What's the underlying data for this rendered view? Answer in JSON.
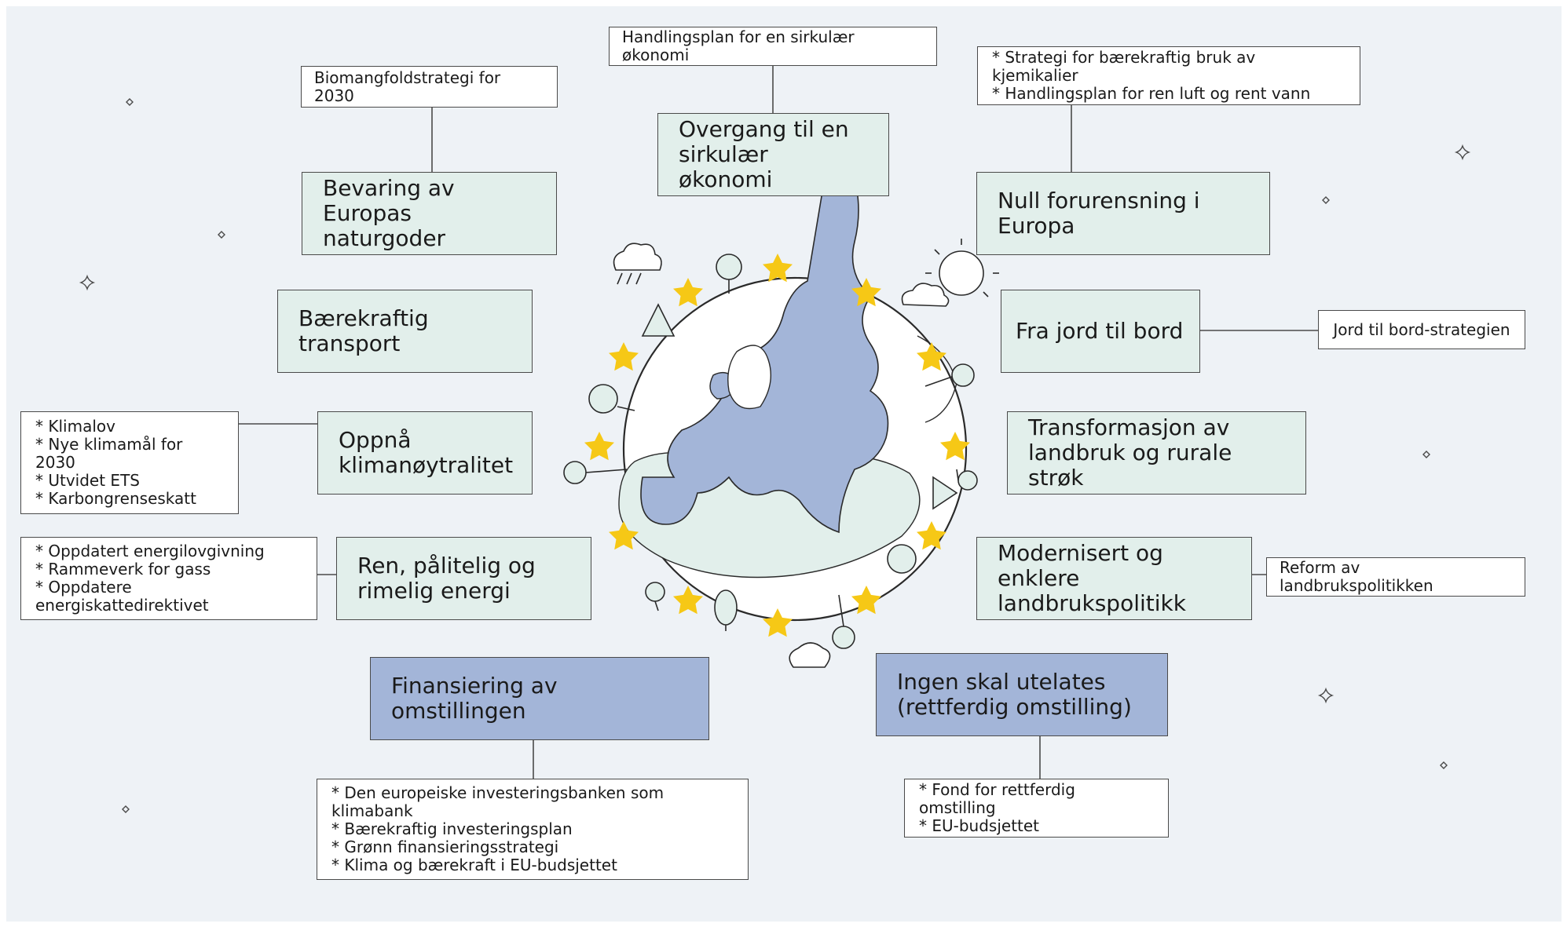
{
  "themes": {
    "circular": "Overgang til en\nsirkulær økonomi",
    "biodiversity": "Bevaring av\nEuropas naturgoder",
    "pollution": "Null forurensning i Europa",
    "transport": "Bærekraftig transport",
    "farm": "Fra jord til bord",
    "climate": "Oppnå\nklimanøytralitet",
    "agri": "Transformasjon av\nlandbruk og rurale strøk",
    "energy": "Ren, pålitelig og\nrimelig energi",
    "cap": "Modernisert og enklere\nlandbrukspolitikk",
    "finance": "Finansiering av omstillingen",
    "just": "Ingen skal utelates\n(rettferdig omstilling)"
  },
  "notes": {
    "circular": "Handlingsplan for en sirkulær økonomi",
    "biodiversity": "Biomangfoldstrategi for 2030",
    "pollution": "* Strategi for bærekraftig bruk av kjemikalier\n* Handlingsplan for ren luft og rent vann",
    "farm": "Jord til bord-strategien",
    "climate": "* Klimalov\n* Nye klimamål for 2030\n* Utvidet ETS\n* Karbongrenseskatt",
    "energy": "* Oppdatert energilovgivning\n* Rammeverk for gass\n* Oppdatere energiskattedirektivet",
    "cap": "Reform av landbrukspolitikken",
    "finance": "* Den europeiske investeringsbanken som klimabank\n* Bærekraftig investeringsplan\n* Grønn finansieringsstrategi\n* Klima og bærekraft i EU-budsjettet",
    "just": "* Fond for rettferdig omstilling\n* EU-budsjettet"
  },
  "colors": {
    "background": "#eef2f6",
    "theme_box": "#e2efeb",
    "finance_box": "#a3b5d8",
    "eu_countries": "#a3b5d8",
    "star": "#f6c816",
    "sea": "#e2efeb"
  }
}
